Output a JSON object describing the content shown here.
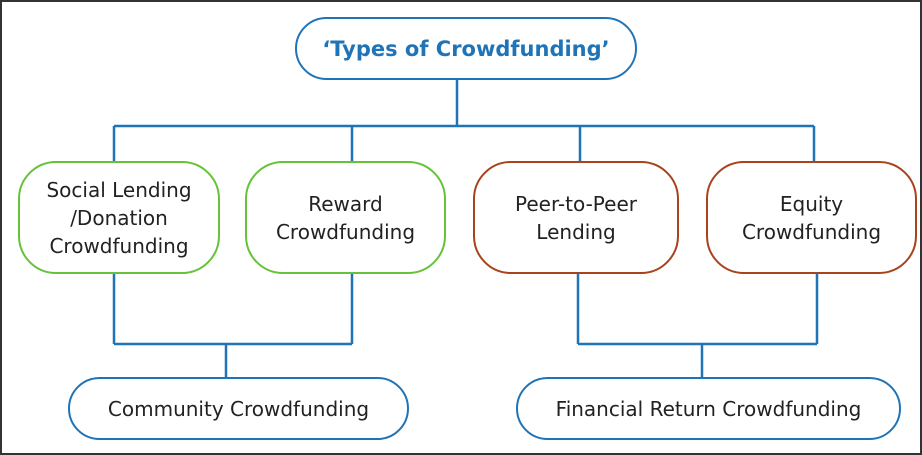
{
  "diagram": {
    "title": "‘Types of Crowdfunding’",
    "types": [
      {
        "label": "Social Lending\n/Donation\nCrowdfunding",
        "group": "community"
      },
      {
        "label": "Reward\nCrowdfunding",
        "group": "community"
      },
      {
        "label": "Peer-to-Peer\nLending",
        "group": "financial"
      },
      {
        "label": "Equity\nCrowdfunding",
        "group": "financial"
      }
    ],
    "groups": {
      "community": "Community Crowdfunding",
      "financial": "Financial Return Crowdfunding"
    }
  },
  "colors": {
    "root_border": "#1f74b8",
    "title_text": "#1f74b8",
    "community_border": "#66c23a",
    "financial_border": "#a8431c",
    "group_border": "#1f74b8",
    "connector": "#1f74b8"
  }
}
